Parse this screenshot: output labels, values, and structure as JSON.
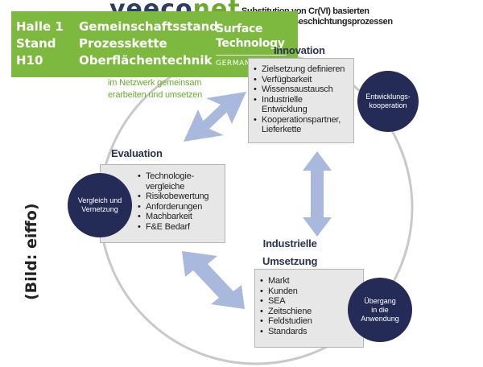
{
  "brand": {
    "part1": "veeco",
    "part2": "net"
  },
  "subtitle": "Substitution von Cr(VI) basierten\nfunktionalen Beschichtungsprozessen",
  "banner": {
    "hall_lines": "Halle 1\nStand\nH10",
    "stand_lines": "Gemeinschaftsstand\nProzesskette\nOberflächentechnik",
    "logo_line1": "Surface",
    "logo_line2": "Technology",
    "logo_line3": "GERMANY"
  },
  "tagline": "im Netzwerk gemeinsam\nerarbeiten und umsetzen",
  "innovation": {
    "title": "Innovation",
    "items": [
      "Zielsetzung definieren",
      "Verfügbarkeit",
      "Wissensaustausch",
      "Industrielle\nEntwicklung",
      "Kooperationspartner,\nLieferkette"
    ],
    "circle_label": "Entwicklungs-\nkooperation"
  },
  "evaluation": {
    "title": "Evaluation",
    "items": [
      "Technologie-\nvergleiche",
      "Risikobewertung",
      "Anforderungen",
      "Machbarkeit",
      "F&E Bedarf"
    ],
    "circle_label": "Vergleich und\nVernetzung"
  },
  "umsetzung": {
    "title": "Industrielle\nUmsetzung",
    "items": [
      "Markt",
      "Kunden",
      "SEA",
      "Zeitschiene",
      "Feldstudien",
      "Standards"
    ],
    "circle_label": "Übergang\nin die\nAnwendung"
  },
  "credit": "(Bild: eiffo)",
  "colors": {
    "banner_green": "#7db93f",
    "brand_navy": "#2c3e63",
    "circle_navy": "#252b57",
    "arrow_blue": "#a9b9dd",
    "box_gray": "#e7e7e7",
    "ring_gray": "#c9c9c9"
  }
}
